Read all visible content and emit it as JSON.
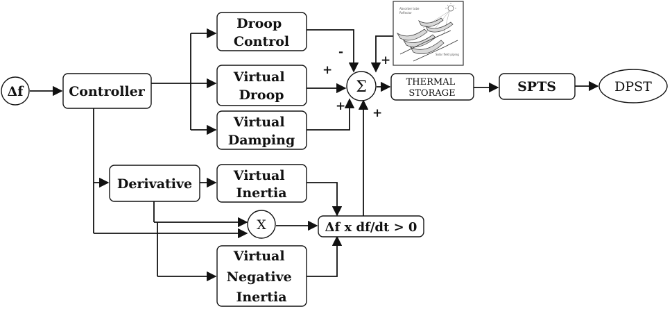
{
  "blocks": {
    "delta_f": "Δf",
    "controller": "Controller",
    "droop_control": [
      "Droop",
      "Control"
    ],
    "virtual_droop": [
      "Virtual",
      "Droop"
    ],
    "virtual_damping": [
      "Virtual",
      "Damping"
    ],
    "derivative": "Derivative",
    "virtual_inertia": [
      "Virtual",
      "Inertia"
    ],
    "multiplier": "X",
    "condition": "Δf x df/dt > 0",
    "virtual_negative_inertia": [
      "Virtual",
      "Negative",
      "Inertia"
    ],
    "summation": "Σ",
    "thermal_storage": [
      "THERMAL",
      "STORAGE"
    ],
    "spts": "SPTS",
    "dpst": "DPST"
  },
  "signs": {
    "droop": "-",
    "virtual_droop": "+",
    "virtual_damping": "+",
    "solar_field": "+",
    "inertia_path": "+"
  },
  "solar_image_caption": [
    "Absorber tube",
    "Reflector",
    "Solar field piping"
  ]
}
